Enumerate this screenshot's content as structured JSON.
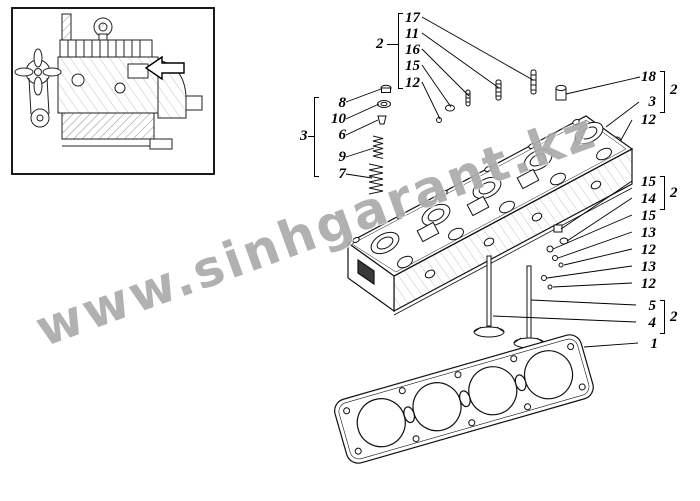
{
  "watermark": {
    "text": "www.sinhgarant.kz"
  },
  "callouts": {
    "stud_group": {
      "label": "2",
      "items": [
        "17",
        "11",
        "16",
        "15",
        "12"
      ]
    },
    "spring_group": {
      "label": "3",
      "items": [
        "8",
        "10",
        "6",
        "9",
        "7"
      ]
    },
    "right_top_group": {
      "label": "2",
      "items": [
        "18",
        "3"
      ]
    },
    "nut_label": "12",
    "cap_group": {
      "label": "2",
      "items": [
        "15",
        "14"
      ]
    },
    "right_column": [
      "15",
      "13",
      "12",
      "13",
      "12"
    ],
    "valve_group": {
      "label": "2",
      "items": [
        "5",
        "4"
      ]
    },
    "gasket_label": "1"
  }
}
